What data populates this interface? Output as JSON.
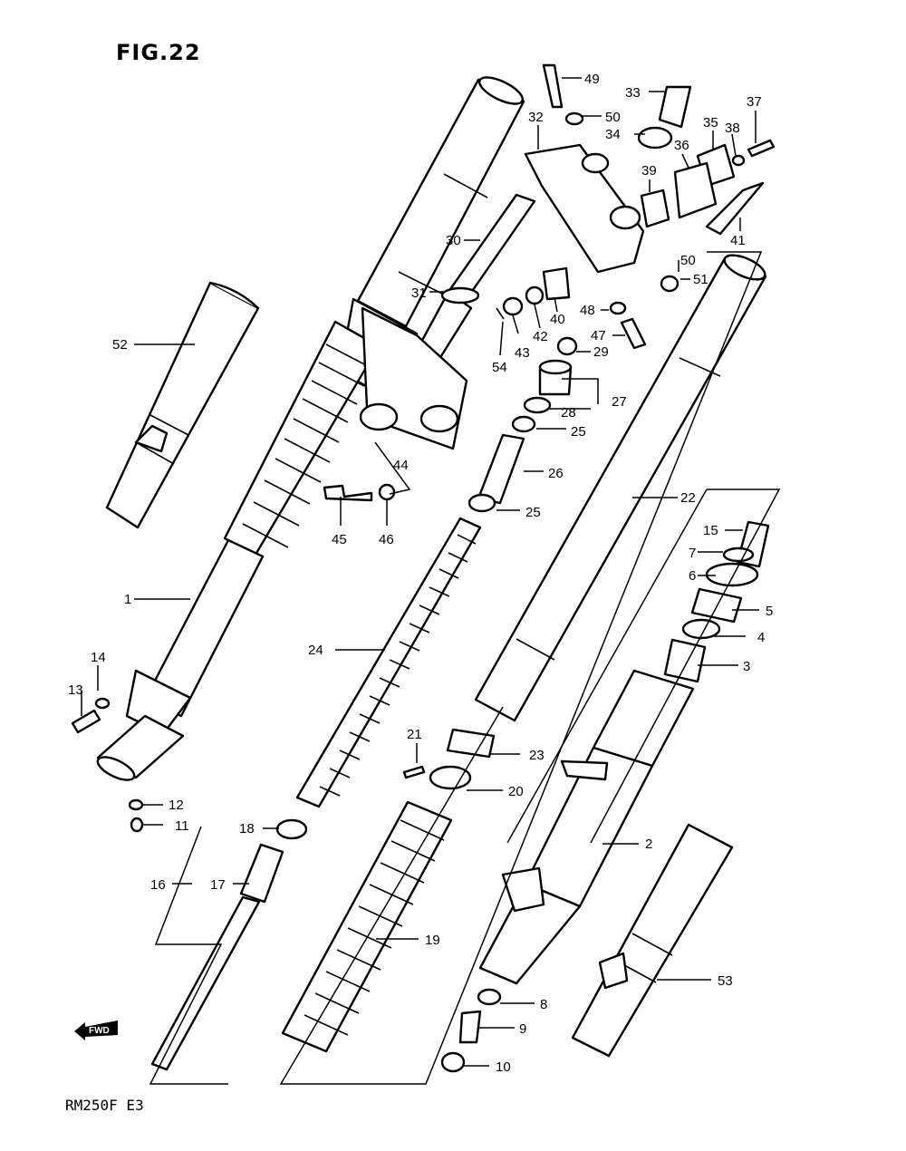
{
  "figure_title": "FIG.22",
  "model_code": "RM250F  E3",
  "fwd_icon_label": "FWD",
  "part_labels": [
    {
      "id": "p49",
      "text": "49"
    },
    {
      "id": "p33",
      "text": "33"
    },
    {
      "id": "p37",
      "text": "37"
    },
    {
      "id": "p32",
      "text": "32"
    },
    {
      "id": "p50a",
      "text": "50"
    },
    {
      "id": "p35",
      "text": "35"
    },
    {
      "id": "p38",
      "text": "38"
    },
    {
      "id": "p34",
      "text": "34"
    },
    {
      "id": "p36",
      "text": "36"
    },
    {
      "id": "p39",
      "text": "39"
    },
    {
      "id": "p41",
      "text": "41"
    },
    {
      "id": "p30",
      "text": "30"
    },
    {
      "id": "p50b",
      "text": "50"
    },
    {
      "id": "p51",
      "text": "51"
    },
    {
      "id": "p31",
      "text": "31"
    },
    {
      "id": "p40",
      "text": "40"
    },
    {
      "id": "p48",
      "text": "48"
    },
    {
      "id": "p42",
      "text": "42"
    },
    {
      "id": "p43",
      "text": "43"
    },
    {
      "id": "p47",
      "text": "47"
    },
    {
      "id": "p52",
      "text": "52"
    },
    {
      "id": "p29",
      "text": "29"
    },
    {
      "id": "p54",
      "text": "54"
    },
    {
      "id": "p27",
      "text": "27"
    },
    {
      "id": "p28",
      "text": "28"
    },
    {
      "id": "p25a",
      "text": "25"
    },
    {
      "id": "p44",
      "text": "44"
    },
    {
      "id": "p26",
      "text": "26"
    },
    {
      "id": "p22",
      "text": "22"
    },
    {
      "id": "p45",
      "text": "45"
    },
    {
      "id": "p46",
      "text": "46"
    },
    {
      "id": "p25b",
      "text": "25"
    },
    {
      "id": "p15",
      "text": "15"
    },
    {
      "id": "p7",
      "text": "7"
    },
    {
      "id": "p6",
      "text": "6"
    },
    {
      "id": "p1",
      "text": "1"
    },
    {
      "id": "p5",
      "text": "5"
    },
    {
      "id": "p4",
      "text": "4"
    },
    {
      "id": "p24",
      "text": "24"
    },
    {
      "id": "p3",
      "text": "3"
    },
    {
      "id": "p14",
      "text": "14"
    },
    {
      "id": "p13",
      "text": "13"
    },
    {
      "id": "p21",
      "text": "21"
    },
    {
      "id": "p23",
      "text": "23"
    },
    {
      "id": "p20",
      "text": "20"
    },
    {
      "id": "p12",
      "text": "12"
    },
    {
      "id": "p11",
      "text": "11"
    },
    {
      "id": "p18",
      "text": "18"
    },
    {
      "id": "p2",
      "text": "2"
    },
    {
      "id": "p16",
      "text": "16"
    },
    {
      "id": "p17",
      "text": "17"
    },
    {
      "id": "p19",
      "text": "19"
    },
    {
      "id": "p53",
      "text": "53"
    },
    {
      "id": "p8",
      "text": "8"
    },
    {
      "id": "p9",
      "text": "9"
    },
    {
      "id": "p10",
      "text": "10"
    }
  ]
}
